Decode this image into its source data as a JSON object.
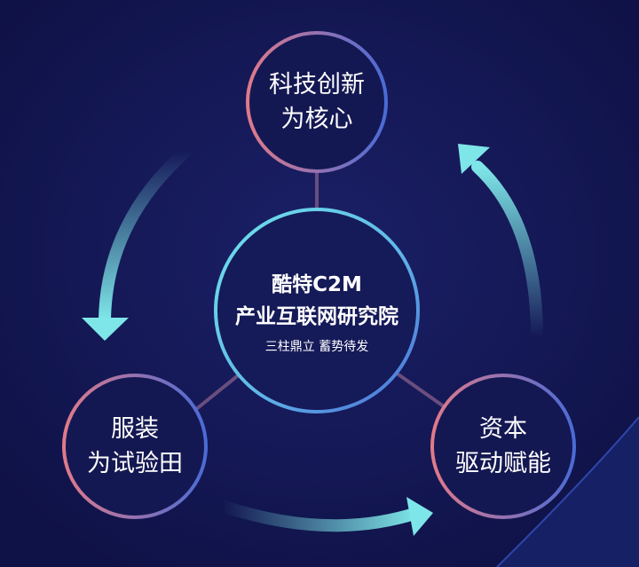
{
  "center": {
    "title_line1": "酷特C2M",
    "title_line2": "产业互联网研究院",
    "subtitle": "三柱鼎立 蓄势待发"
  },
  "nodes": {
    "top": {
      "line1": "科技创新",
      "line2": "为核心"
    },
    "left": {
      "line1": "服装",
      "line2": "为试验田"
    },
    "right": {
      "line1": "资本",
      "line2": "驱动赋能"
    }
  },
  "colors": {
    "background": "#121650",
    "ring_pink": "#e07a8a",
    "ring_blue": "#4a6bd6",
    "ring_cyan": "#5fd8e6",
    "arrow": "#7ee6e8"
  }
}
